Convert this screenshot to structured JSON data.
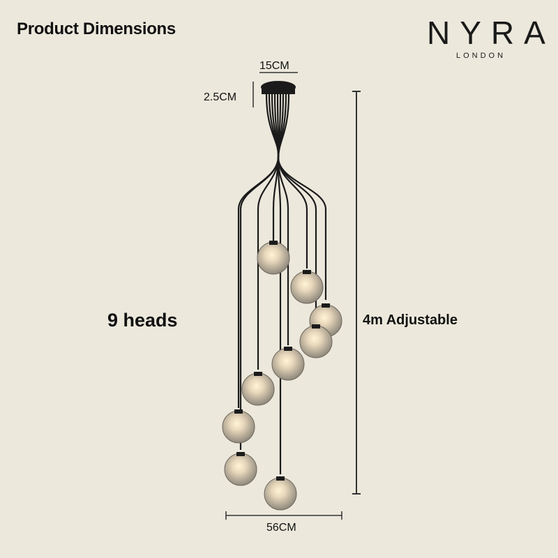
{
  "title": "Product Dimensions",
  "brand": {
    "name": "NYRA",
    "sub": "LONDON"
  },
  "dimensions": {
    "canopy_width": "15CM",
    "canopy_height": "2.5CM",
    "heads": "9 heads",
    "height": "4m Adjustable",
    "width": "56CM"
  },
  "colors": {
    "background": "#ece8dc",
    "text": "#111111",
    "metal": "#1b1b1b"
  }
}
